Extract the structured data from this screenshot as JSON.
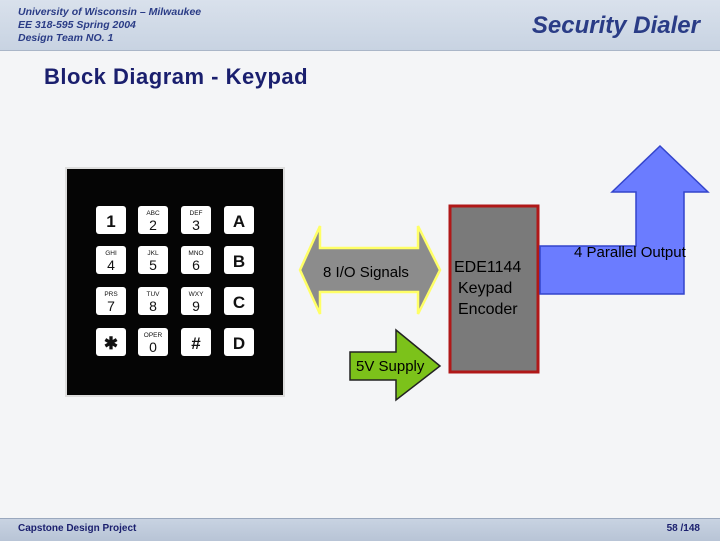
{
  "header": {
    "lines": [
      "University of Wisconsin – Milwaukee",
      "EE 318-595 Spring 2004",
      "Design Team NO. 1"
    ],
    "app_title": "Security Dialer"
  },
  "slide": {
    "heading": "Block Diagram - Keypad"
  },
  "keypad": {
    "keys": [
      {
        "main": "1",
        "sub": ""
      },
      {
        "main": "2",
        "sub": "ABC"
      },
      {
        "main": "3",
        "sub": "DEF"
      },
      {
        "main": "A",
        "sub": ""
      },
      {
        "main": "4",
        "sub": "GHI"
      },
      {
        "main": "5",
        "sub": "JKL"
      },
      {
        "main": "6",
        "sub": "MNO"
      },
      {
        "main": "B",
        "sub": ""
      },
      {
        "main": "7",
        "sub": "PRS"
      },
      {
        "main": "8",
        "sub": "TUV"
      },
      {
        "main": "9",
        "sub": "WXY"
      },
      {
        "main": "C",
        "sub": ""
      },
      {
        "main": "✱",
        "sub": ""
      },
      {
        "main": "0",
        "sub": "OPER"
      },
      {
        "main": "#",
        "sub": ""
      },
      {
        "main": "D",
        "sub": ""
      }
    ]
  },
  "diagram": {
    "io_label": "8 I/O Signals",
    "encoder_lines": [
      "EDE1144",
      "Keypad",
      "Encoder"
    ],
    "output_label": "4 Parallel Output",
    "supply_label": "5V Supply",
    "colors": {
      "io_arrow": "#8c8c8c",
      "io_border": "#ffff66",
      "encoder_fill": "#7a7a7a",
      "encoder_border": "#b01818",
      "output_arrow": "#6b7cff",
      "output_border": "#3344cc",
      "supply_arrow": "#7cc21a"
    }
  },
  "footer": {
    "left": "Capstone Design Project",
    "right": "58 /148"
  }
}
